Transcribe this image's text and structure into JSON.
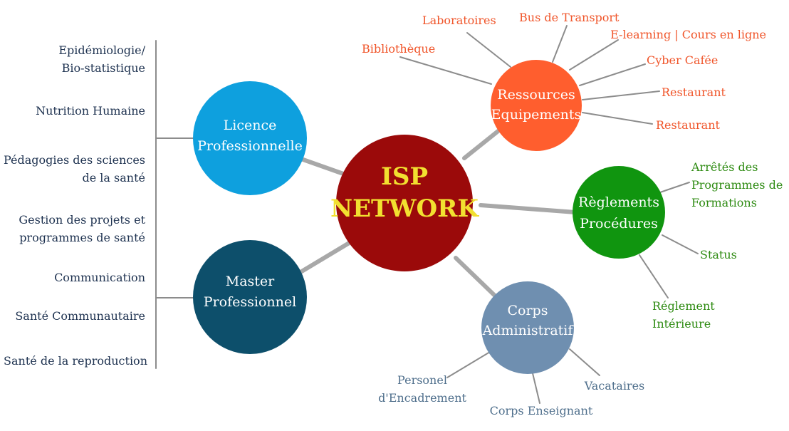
{
  "colors": {
    "center": "#9B0A0A",
    "center_text": "#F2E030",
    "licence": "#0EA0DE",
    "master": "#0D4F6B",
    "ressources": "#FF5E2E",
    "reglements": "#10950F",
    "corps": "#6F8FB0",
    "left_text": "#1E3250",
    "orange_text": "#F0552A",
    "green_text": "#2E8B12",
    "blue_text": "#4F6F8C",
    "node_text": "#FFFFFF",
    "connector": "#A8A8A8",
    "branch": "#8C8C8C"
  },
  "center": {
    "title_line1": "ISP",
    "title_line2": "NETWORK"
  },
  "licence": {
    "title_line1": "Licence",
    "title_line2": "Professionnelle",
    "items": [
      [
        "Epidémiologie/",
        "Bio-statistique"
      ],
      [
        "Nutrition Humaine"
      ],
      [
        "Pédagogies des sciences",
        "de la santé"
      ]
    ]
  },
  "master": {
    "title_line1": "Master",
    "title_line2": "Professionnel",
    "items": [
      [
        "Gestion des projets et",
        "programmes de santé"
      ],
      [
        "Communication"
      ],
      [
        "Santé Communautaire"
      ],
      [
        "Santé de la reproduction"
      ]
    ]
  },
  "ressources": {
    "title_line1": "Ressources",
    "title_line2": "Equipements",
    "items": [
      "Bibliothèque",
      "Laboratoires",
      "Bus de Transport",
      "E-learning | Cours en ligne",
      "Cyber Cafée",
      "Restaurant",
      "Restaurant"
    ]
  },
  "reglements": {
    "title_line1": "Règlements",
    "title_line2": "Procédures",
    "items": [
      [
        "Arrêtés des",
        "Programmes de",
        "Formations"
      ],
      [
        "Status"
      ],
      [
        "Réglement",
        "Intérieure"
      ]
    ]
  },
  "corps": {
    "title_line1": "Corps",
    "title_line2": "Administratif",
    "items": [
      [
        "Personel",
        "d'Encadrement"
      ],
      [
        "Corps Enseignant"
      ],
      [
        "Vacataires"
      ]
    ]
  }
}
